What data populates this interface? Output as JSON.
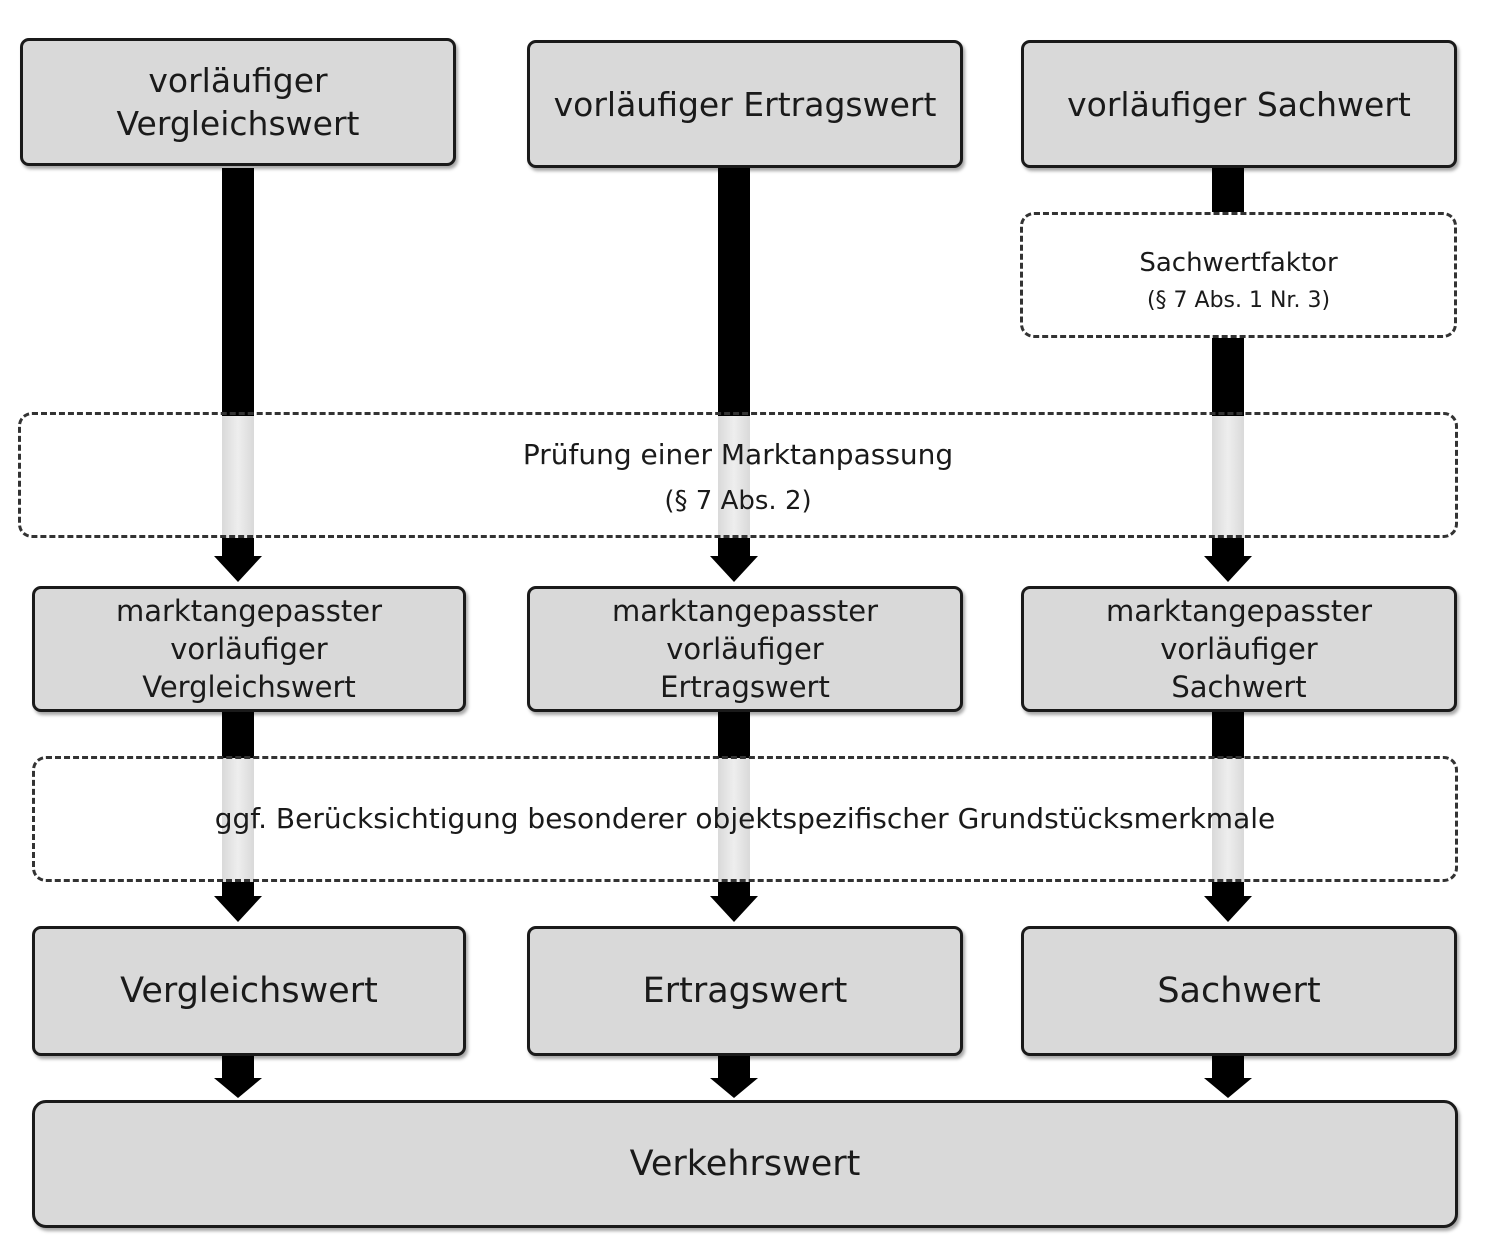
{
  "top_boxes": [
    {
      "label": "vorläufiger\nVergleichswert"
    },
    {
      "label": "vorläufiger Ertragswert"
    },
    {
      "label": "vorläufiger Sachwert"
    }
  ],
  "sachwertfaktor": {
    "title": "Sachwertfaktor",
    "ref": "(§ 7 Abs. 1 Nr. 3)"
  },
  "marktanpassung": {
    "title": "Prüfung einer Marktanpassung",
    "ref": "(§ 7 Abs. 2)"
  },
  "adjusted_boxes": [
    {
      "label": "marktangepasster vorläufiger\nVergleichswert"
    },
    {
      "label": "marktangepasster vorläufiger\nErtragswert"
    },
    {
      "label": "marktangepasster vorläufiger\nSachwert"
    }
  ],
  "merkmale": {
    "title": "ggf. Berücksichtigung besonderer objektspezifischer Grundstücksmerkmale"
  },
  "result_boxes": [
    {
      "label": "Vergleichswert"
    },
    {
      "label": "Ertragswert"
    },
    {
      "label": "Sachwert"
    }
  ],
  "final_box": {
    "label": "Verkehrswert"
  }
}
